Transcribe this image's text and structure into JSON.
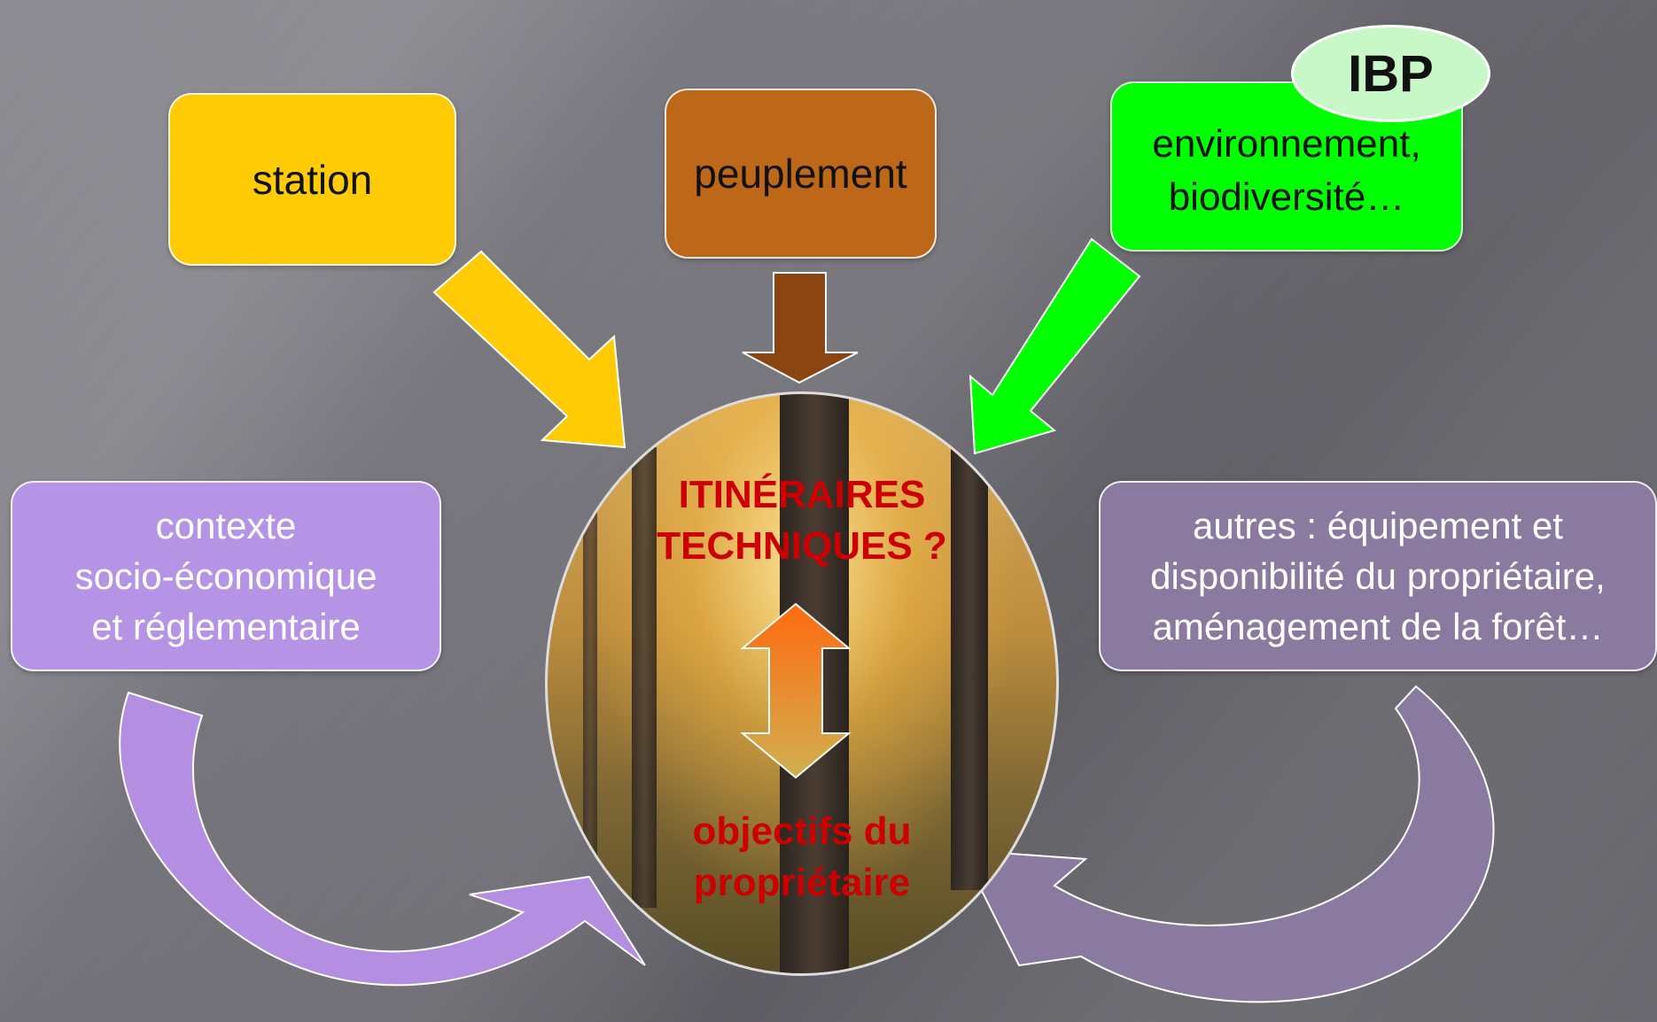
{
  "boxes": {
    "station": "station",
    "peuplement": "peuplement",
    "env_line1": "environnement,",
    "env_line2": "biodiversité…",
    "ibp": "IBP",
    "contexte_line1": "contexte",
    "contexte_line2": "socio-économique",
    "contexte_line3": "et réglementaire",
    "autres_line1": "autres : équipement et",
    "autres_line2": "disponibilité du propriétaire,",
    "autres_line3": "aménagement de la forêt…"
  },
  "center": {
    "top_line1": "ITINÉRAIRES",
    "top_line2": "TECHNIQUES ?",
    "bottom_line1": "objectifs du",
    "bottom_line2": "propriétaire"
  },
  "colors": {
    "station": "#ffcb05",
    "peuplement": "#bd6719",
    "environnement": "#00ff00",
    "contexte": "#b594e6",
    "autres": "#8a7aa0",
    "center_text": "#cc0000"
  }
}
